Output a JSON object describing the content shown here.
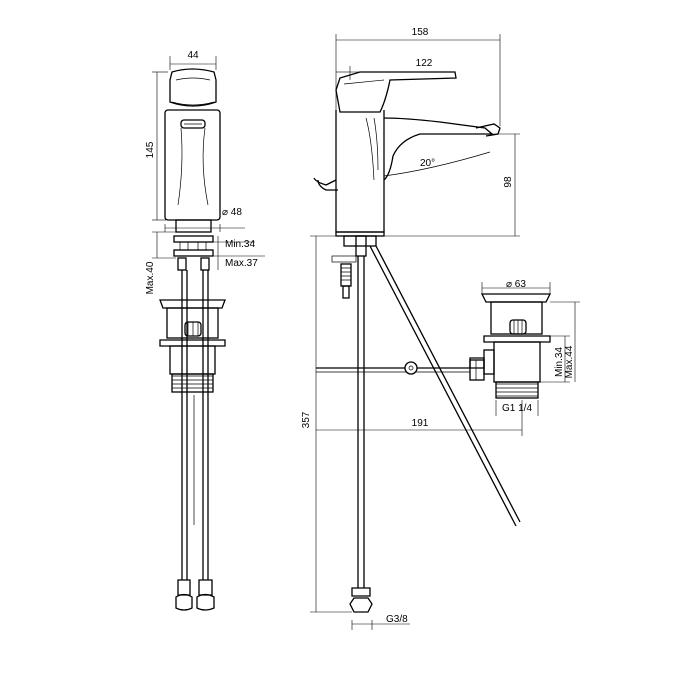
{
  "diagram": {
    "stroke_color": "#000000",
    "background": "#ffffff",
    "front_view": {
      "width_label": "44",
      "height_label": "145",
      "base_diameter_label": "⌀ 48",
      "min_thickness_label": "Min.34",
      "max_thickness_label": "Max.37",
      "max_40_label": "Max.40"
    },
    "side_view": {
      "overall_width_label": "158",
      "lever_width_label": "122",
      "angle_label": "20°",
      "spout_height_label": "98",
      "total_height_label": "357",
      "drain_distance_label": "191",
      "hose_connection_label": "G3/8"
    },
    "waste_view": {
      "diameter_label": "⌀ 63",
      "min_label": "Min.34",
      "max_label": "Max.44",
      "thread_label": "G1 1/4"
    }
  }
}
